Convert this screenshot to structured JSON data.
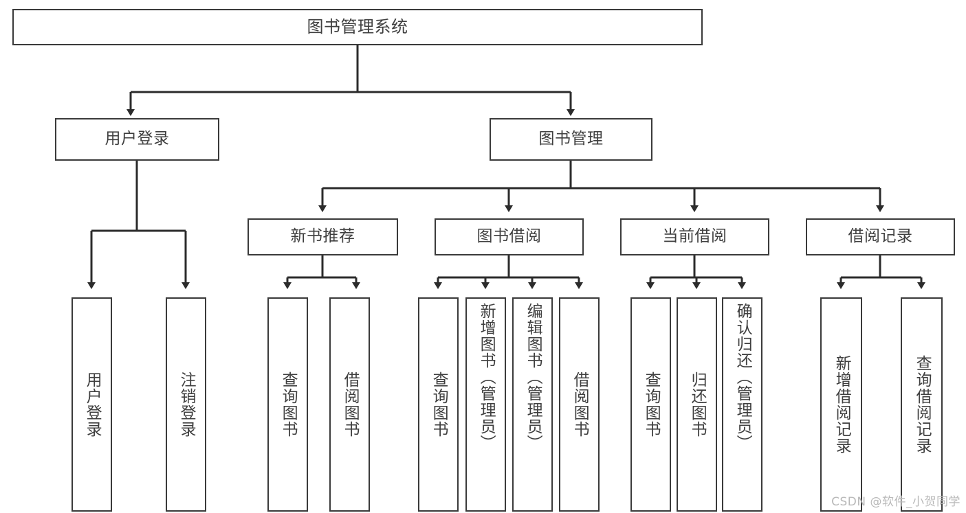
{
  "diagram": {
    "type": "tree-hierarchy-chart",
    "title": "图书管理系统",
    "colors": {
      "box_border": "#3a3a3a",
      "box_fill": "#ffffff",
      "text": "#3f3f3f",
      "edge": "#2b2b2b",
      "watermark": "#b9b9b9",
      "background": "#ffffff"
    },
    "nodes": {
      "root": {
        "label": "图书管理系统"
      },
      "level2": [
        {
          "label": "用户登录"
        },
        {
          "label": "图书管理"
        }
      ],
      "level3": [
        {
          "label": "新书推荐"
        },
        {
          "label": "图书借阅"
        },
        {
          "label": "当前借阅"
        },
        {
          "label": "借阅记录"
        }
      ],
      "leaves": {
        "user_login": [
          {
            "label": "用户登录"
          },
          {
            "label": "注销登录"
          }
        ],
        "new_book_recommend": [
          {
            "label": "查询图书"
          },
          {
            "label": "借阅图书"
          }
        ],
        "book_borrow": [
          {
            "label": "查询图书"
          },
          {
            "label": "新增图书（管理员）"
          },
          {
            "label": "编辑图书（管理员）"
          },
          {
            "label": "借阅图书"
          }
        ],
        "current_borrow": [
          {
            "label": "查询图书"
          },
          {
            "label": "归还图书"
          },
          {
            "label": "确认归还（管理员）"
          }
        ],
        "borrow_record": [
          {
            "label": "新增借阅记录"
          },
          {
            "label": "查询借阅记录"
          }
        ]
      }
    },
    "watermark": "CSDN @软件_小贺同学"
  }
}
